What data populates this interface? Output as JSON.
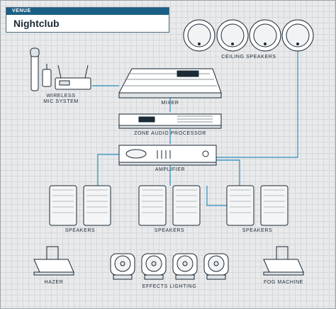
{
  "venue": {
    "label": "VENUE",
    "name": "Nightclub"
  },
  "labels": {
    "ceiling_speakers": "CEILING SPEAKERS",
    "wireless_line1": "WIRELESS",
    "wireless_line2": "MIC SYSTEM",
    "mixer": "MIXER",
    "zone_processor": "ZONE AUDIO PROCESSOR",
    "amplifier": "AMPLIFIER",
    "speakers": "SPEAKERS",
    "hazer": "HAZER",
    "effects_lighting": "EFFECTS LIGHTING",
    "fog_machine": "FOG MACHINE"
  },
  "colors": {
    "cable": "#2b8fbf",
    "venue_strip": "#1c5f86",
    "device_fill": "#ffffff",
    "outline": "#1a2a36"
  }
}
